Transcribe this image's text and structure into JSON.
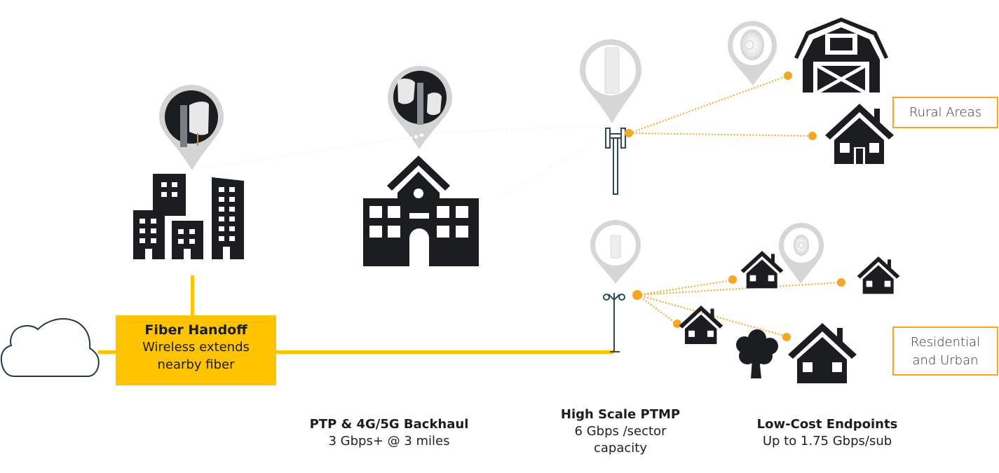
{
  "diagram": {
    "fiber_handoff": {
      "title": "Fiber Handoff",
      "line1": "Wireless extends",
      "line2": "nearby fiber"
    },
    "area_labels": {
      "rural": "Rural Areas",
      "residential_line1": "Residential",
      "residential_line2": "and Urban"
    },
    "captions": [
      {
        "title": "PTP & 4G/5G Backhaul",
        "lines": [
          "3 Gbps+ @ 3 miles"
        ]
      },
      {
        "title": "High Scale PTMP",
        "lines": [
          "6 Gbps /sector",
          "capacity"
        ]
      },
      {
        "title": "Low-Cost Endpoints",
        "lines": [
          "Up to 1.75 Gbps/sub"
        ]
      }
    ],
    "icons": [
      "cloud-icon",
      "office-buildings-icon",
      "school-icon",
      "cell-tower-icon",
      "pole-antenna-icon",
      "barn-icon",
      "house-icon",
      "tree-icon",
      "ptp-dish-pin-icon",
      "dual-dish-pin-icon",
      "sector-antenna-pin-icon",
      "omni-antenna-pin-icon",
      "subscriber-dish-pin-icon"
    ],
    "colors": {
      "fiber_yellow": "#ffc300",
      "link_orange": "#f5a623",
      "icon_dark": "#1b1d21",
      "tower_teal": "#2e4a5a",
      "pin_gray": "#d6d6d6",
      "label_border": "#f5a623"
    }
  }
}
